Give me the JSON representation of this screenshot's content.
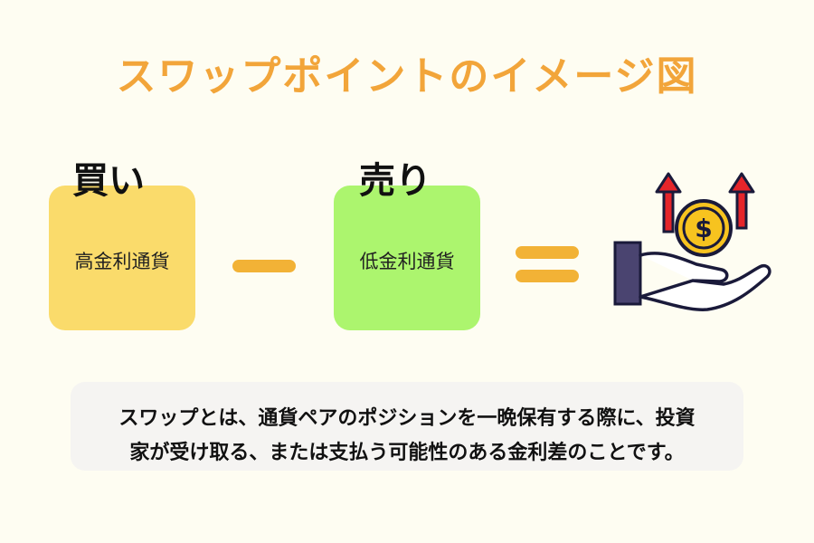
{
  "title": "スワップポイントのイメージ図",
  "buy": {
    "heading": "買い",
    "label": "高金利通貨"
  },
  "sell": {
    "heading": "売り",
    "label": "低金利通貨"
  },
  "operators": {
    "minus": "minus",
    "equals": "equals"
  },
  "icon": "hand-with-coin-rising-arrows-icon",
  "caption": {
    "line1": "スワップとは、通貨ペアのポジションを一晩保有する際に、投資",
    "line2": "家が受け取る、または支払う可能性のある金利差のことです。"
  },
  "colors": {
    "title": "#f2a53a",
    "buy_box": "#fadb6b",
    "sell_box": "#acf56e",
    "operator": "#f2b236",
    "background": "#fefdf2"
  }
}
